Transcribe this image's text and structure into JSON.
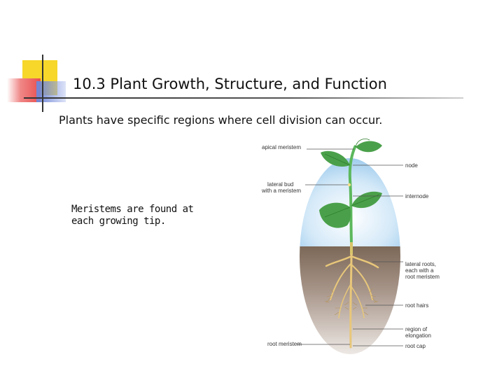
{
  "slide": {
    "title": "10.3 Plant Growth, Structure, and Function",
    "subtitle": "Plants have specific regions where cell division can occur.",
    "note": "Meristems are found at each growing tip."
  },
  "figure": {
    "labels": {
      "apical_meristem": "apical meristem",
      "lateral_bud_line1": "lateral bud",
      "lateral_bud_line2": "with a meristem",
      "node": "node",
      "internode": "internode",
      "lateral_roots_line1": "lateral roots,",
      "lateral_roots_line2": "each with a",
      "lateral_roots_line3": "root meristem",
      "root_hairs": "root hairs",
      "region_elongation_line1": "region of",
      "region_elongation_line2": "elongation",
      "root_cap": "root cap",
      "root_meristem": "root meristem"
    }
  },
  "colors": {
    "accent_yellow": "#f6d72a",
    "accent_red": "#e94f4f",
    "accent_blue": "#6f86d6",
    "sky": "#bfdcf3",
    "soil": "#8b7563",
    "leaf": "#4aa04a",
    "root": "#e8c77a"
  }
}
